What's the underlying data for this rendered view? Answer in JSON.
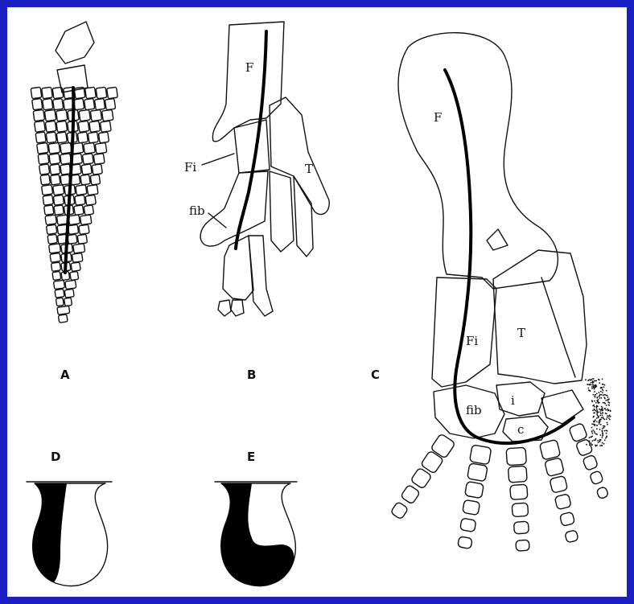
{
  "panels": {
    "a": {
      "letter": "A"
    },
    "b": {
      "letter": "B",
      "labels": {
        "femur": "F",
        "fibula": "Fi",
        "tibia": "T",
        "fibulare": "fib"
      }
    },
    "c": {
      "letter": "C",
      "labels": {
        "femur": "F",
        "fibula": "Fi",
        "tibia": "T",
        "fibulare": "fib",
        "intermedium": "i",
        "centrale": "c"
      }
    },
    "d": {
      "letter": "D"
    },
    "e": {
      "letter": "E"
    }
  },
  "colors": {
    "frame_border": "#1a1fc4",
    "background": "#ffffff",
    "ink": "#111111"
  }
}
